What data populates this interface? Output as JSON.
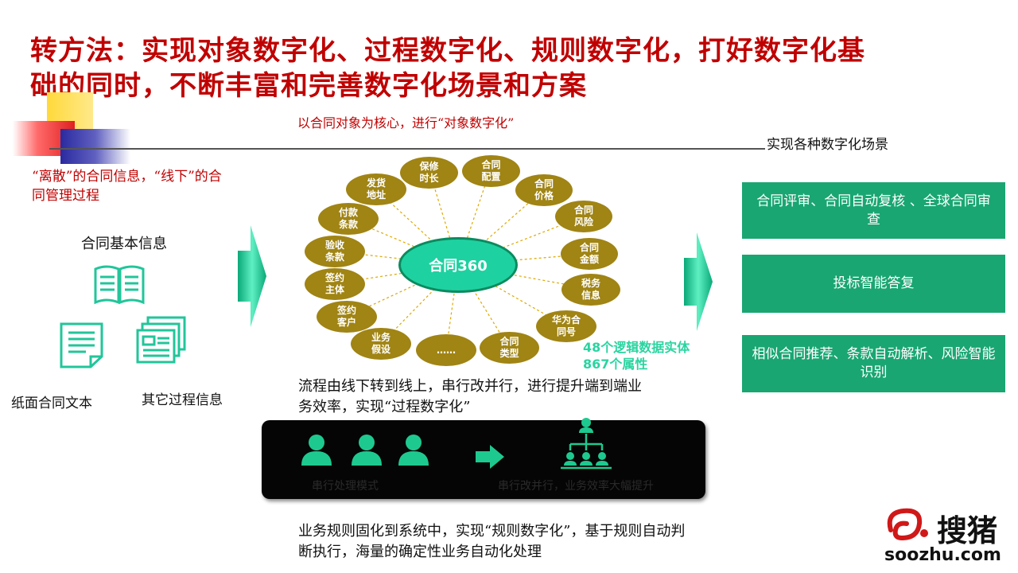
{
  "title": "转方法：实现对象数字化、过程数字化、规则数字化，打好数字化基础的同时，不断丰富和完善数字化场景和方案",
  "left": {
    "discrete_note": "“离散”的合同信息，“线下”的合同管理过程",
    "basic_info": "合同基本信息",
    "paper_text": "纸面合同文本",
    "other_info": "其它过程信息"
  },
  "middle": {
    "object_heading": "以合同对象为核心，进行“对象数字化”",
    "center_label": "合同360",
    "bubbles": [
      "保修\n时长",
      "合同\n配置",
      "合同\n价格",
      "合同\n风险",
      "合同\n金额",
      "税务\n信息",
      "华为合\n同号",
      "合同\n类型",
      "……",
      "业务\n假设",
      "签约\n客户",
      "签约\n主体",
      "验收\n条款",
      "付款\n条款",
      "发货\n地址"
    ],
    "stats_line1": "48个逻辑数据实体",
    "stats_line2": "867个属性",
    "process_text": "流程由线下转到线上，串行改并行，进行提升端到端业务效率，实现“过程数字化”",
    "panel_left_text": "串行处理模式",
    "panel_right_text": "串行改并行，业务效率大幅提升",
    "rule_text": "业务规则固化到系统中，实现“规则数字化”，基于规则自动判断执行，海量的确定性业务自动化处理"
  },
  "right": {
    "heading": "实现各种数字化场景",
    "boxes": [
      "合同评审、合同自动复核 、全球合同审查",
      "投标智能答复",
      "相似合同推荐、条款自动解析、风险智能识别"
    ]
  },
  "logo": {
    "cn": "搜猪",
    "url": "soozhu.com"
  },
  "colors": {
    "title": "#c00000",
    "bubble": "#a08414",
    "center": "#1ed1a0",
    "green_box": "#19a672",
    "stats": "#2ad4a0"
  }
}
